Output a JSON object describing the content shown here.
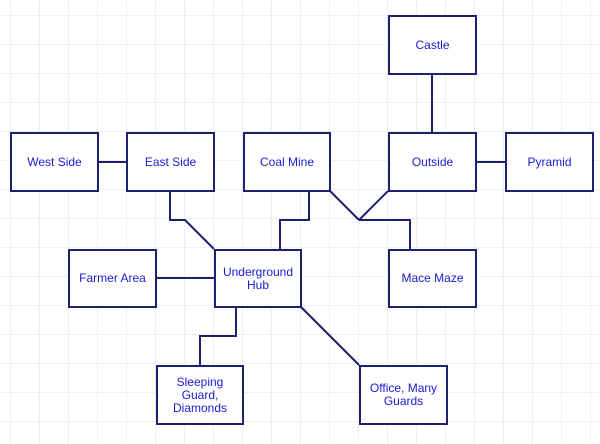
{
  "diagram": {
    "line_color": "#1f1f6e",
    "text_color": "#1a1ad6",
    "nodes": {
      "castle": "Castle",
      "west_side": "West Side",
      "east_side": "East Side",
      "coal_mine": "Coal Mine",
      "outside": "Outside",
      "pyramid": "Pyramid",
      "farmer_area": "Farmer Area",
      "underground_hub": "Underground\nHub",
      "mace_maze": "Mace Maze",
      "sleeping_guard": "Sleeping\nGuard,\nDiamonds",
      "office": "Office, Many\nGuards"
    },
    "edges": [
      [
        "castle",
        "outside"
      ],
      [
        "west_side",
        "east_side"
      ],
      [
        "outside",
        "pyramid"
      ],
      [
        "east_side",
        "underground_hub"
      ],
      [
        "coal_mine",
        "underground_hub"
      ],
      [
        "coal_mine",
        "mace_maze"
      ],
      [
        "outside",
        "mace_maze"
      ],
      [
        "farmer_area",
        "underground_hub"
      ],
      [
        "underground_hub",
        "sleeping_guard"
      ],
      [
        "underground_hub",
        "office"
      ]
    ]
  }
}
